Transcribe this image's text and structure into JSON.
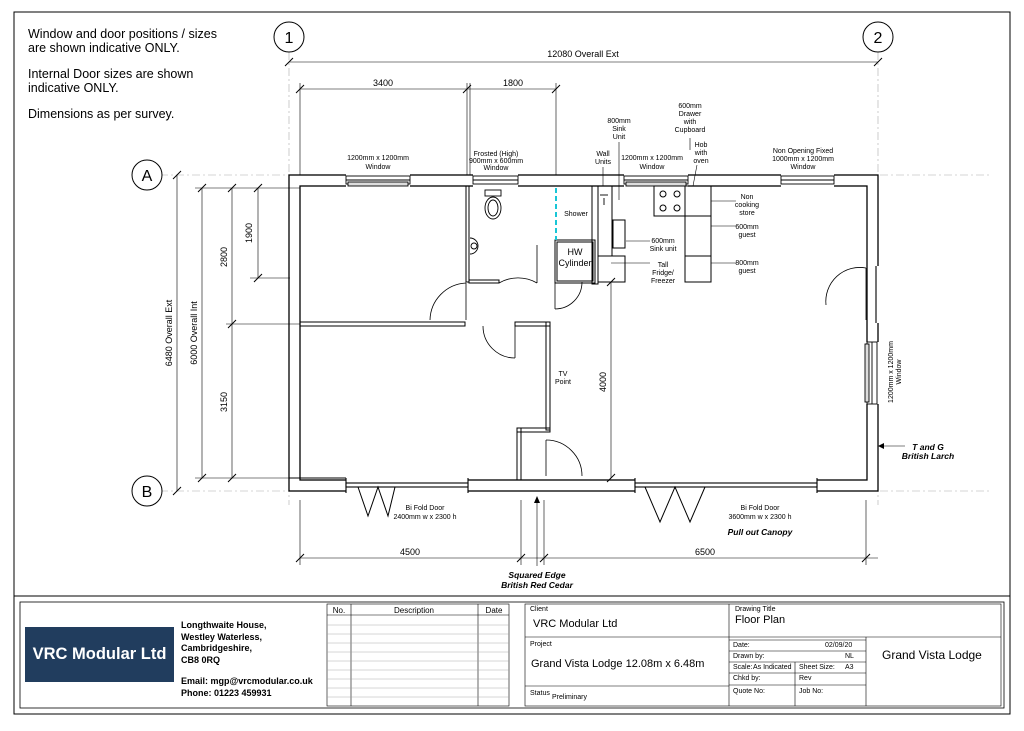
{
  "notes": {
    "line1": "Window and door positions / sizes",
    "line2": "are shown indicative ONLY.",
    "line3": "Internal Door sizes are shown",
    "line4": "indicative ONLY.",
    "line5": "Dimensions as per survey."
  },
  "grid": {
    "g1": "1",
    "g2": "2",
    "ga": "A",
    "gb": "B"
  },
  "dims": {
    "overall_ext": "12080 Overall Ext",
    "d3400": "3400",
    "d1800": "1800",
    "v6480": "6480 Overall Ext",
    "v6000": "6000 Overall Int",
    "v2800": "2800",
    "v1900": "1900",
    "v3150": "3150",
    "v4000": "4000",
    "d4500": "4500",
    "d6500": "6500"
  },
  "labels": {
    "win1": [
      "1200mm x 1200mm",
      "Window"
    ],
    "frosted": [
      "Frosted (High)",
      "900mm x 600mm",
      "Window"
    ],
    "wall_units": [
      "Wall",
      "Units"
    ],
    "sink_unit": [
      "800mm",
      "Sink",
      "Unit"
    ],
    "drawer": [
      "600mm",
      "Drawer",
      "with",
      "Cupboard"
    ],
    "win2": [
      "1200mm x 1200mm",
      "Window"
    ],
    "hob": [
      "Hob",
      "with",
      "oven"
    ],
    "nonopen": [
      "Non Opening Fixed",
      "1000mm x 1200mm",
      "Window"
    ],
    "shower": "Shower",
    "hw": [
      "HW",
      "Cylinder"
    ],
    "noncook": [
      "Non",
      "cooking",
      "store"
    ],
    "guest600": [
      "600mm",
      "guest"
    ],
    "sink600": [
      "600mm",
      "Sink unit"
    ],
    "fridge": [
      "Tall",
      "Fridge/",
      "Freezer"
    ],
    "guest800": [
      "800mm",
      "guest"
    ],
    "tv": [
      "TV",
      "Point"
    ],
    "win_side": [
      "1200mm x 1200mm",
      "Window"
    ],
    "tg": [
      "T and G",
      "British Larch"
    ],
    "bifold1": [
      "Bi Fold Door",
      "2400mm w x 2300 h"
    ],
    "bifold2": [
      "Bi Fold Door",
      "3600mm w x 2300 h"
    ],
    "canopy": "Pull out Canopy",
    "cedar": [
      "Squared Edge",
      "British Red Cedar"
    ]
  },
  "company": {
    "logo_text": "VRC Modular Ltd",
    "addr1": "Longthwaite House,",
    "addr2": "Westley Waterless,",
    "addr3": "Cambridgeshire,",
    "addr4": "CB8 0RQ",
    "email": "Email: mgp@vrcmodular.co.uk",
    "phone": "Phone: 01223 459931"
  },
  "revisions": {
    "col_no": "No.",
    "col_desc": "Description",
    "col_date": "Date"
  },
  "titleblock": {
    "client_label": "Client",
    "client": "VRC Modular Ltd",
    "project_label": "Project",
    "project": "Grand Vista Lodge 12.08m x 6.48m",
    "status_label": "Status",
    "status": "Preliminary",
    "drawing_title_label": "Drawing Title",
    "drawing_title": "Floor Plan",
    "date_label": "Date:",
    "date": "02/09/20",
    "drawn_label": "Drawn by:",
    "drawn": "NL",
    "scale_label": "Scale:",
    "scale": "As Indicated",
    "sheet_label": "Sheet Size:",
    "sheet": "A3",
    "chkd_label": "Chkd by:",
    "rev_label": "Rev",
    "quote_label": "Quote No:",
    "job_label": "Job No:",
    "name": "Grand Vista Lodge"
  }
}
